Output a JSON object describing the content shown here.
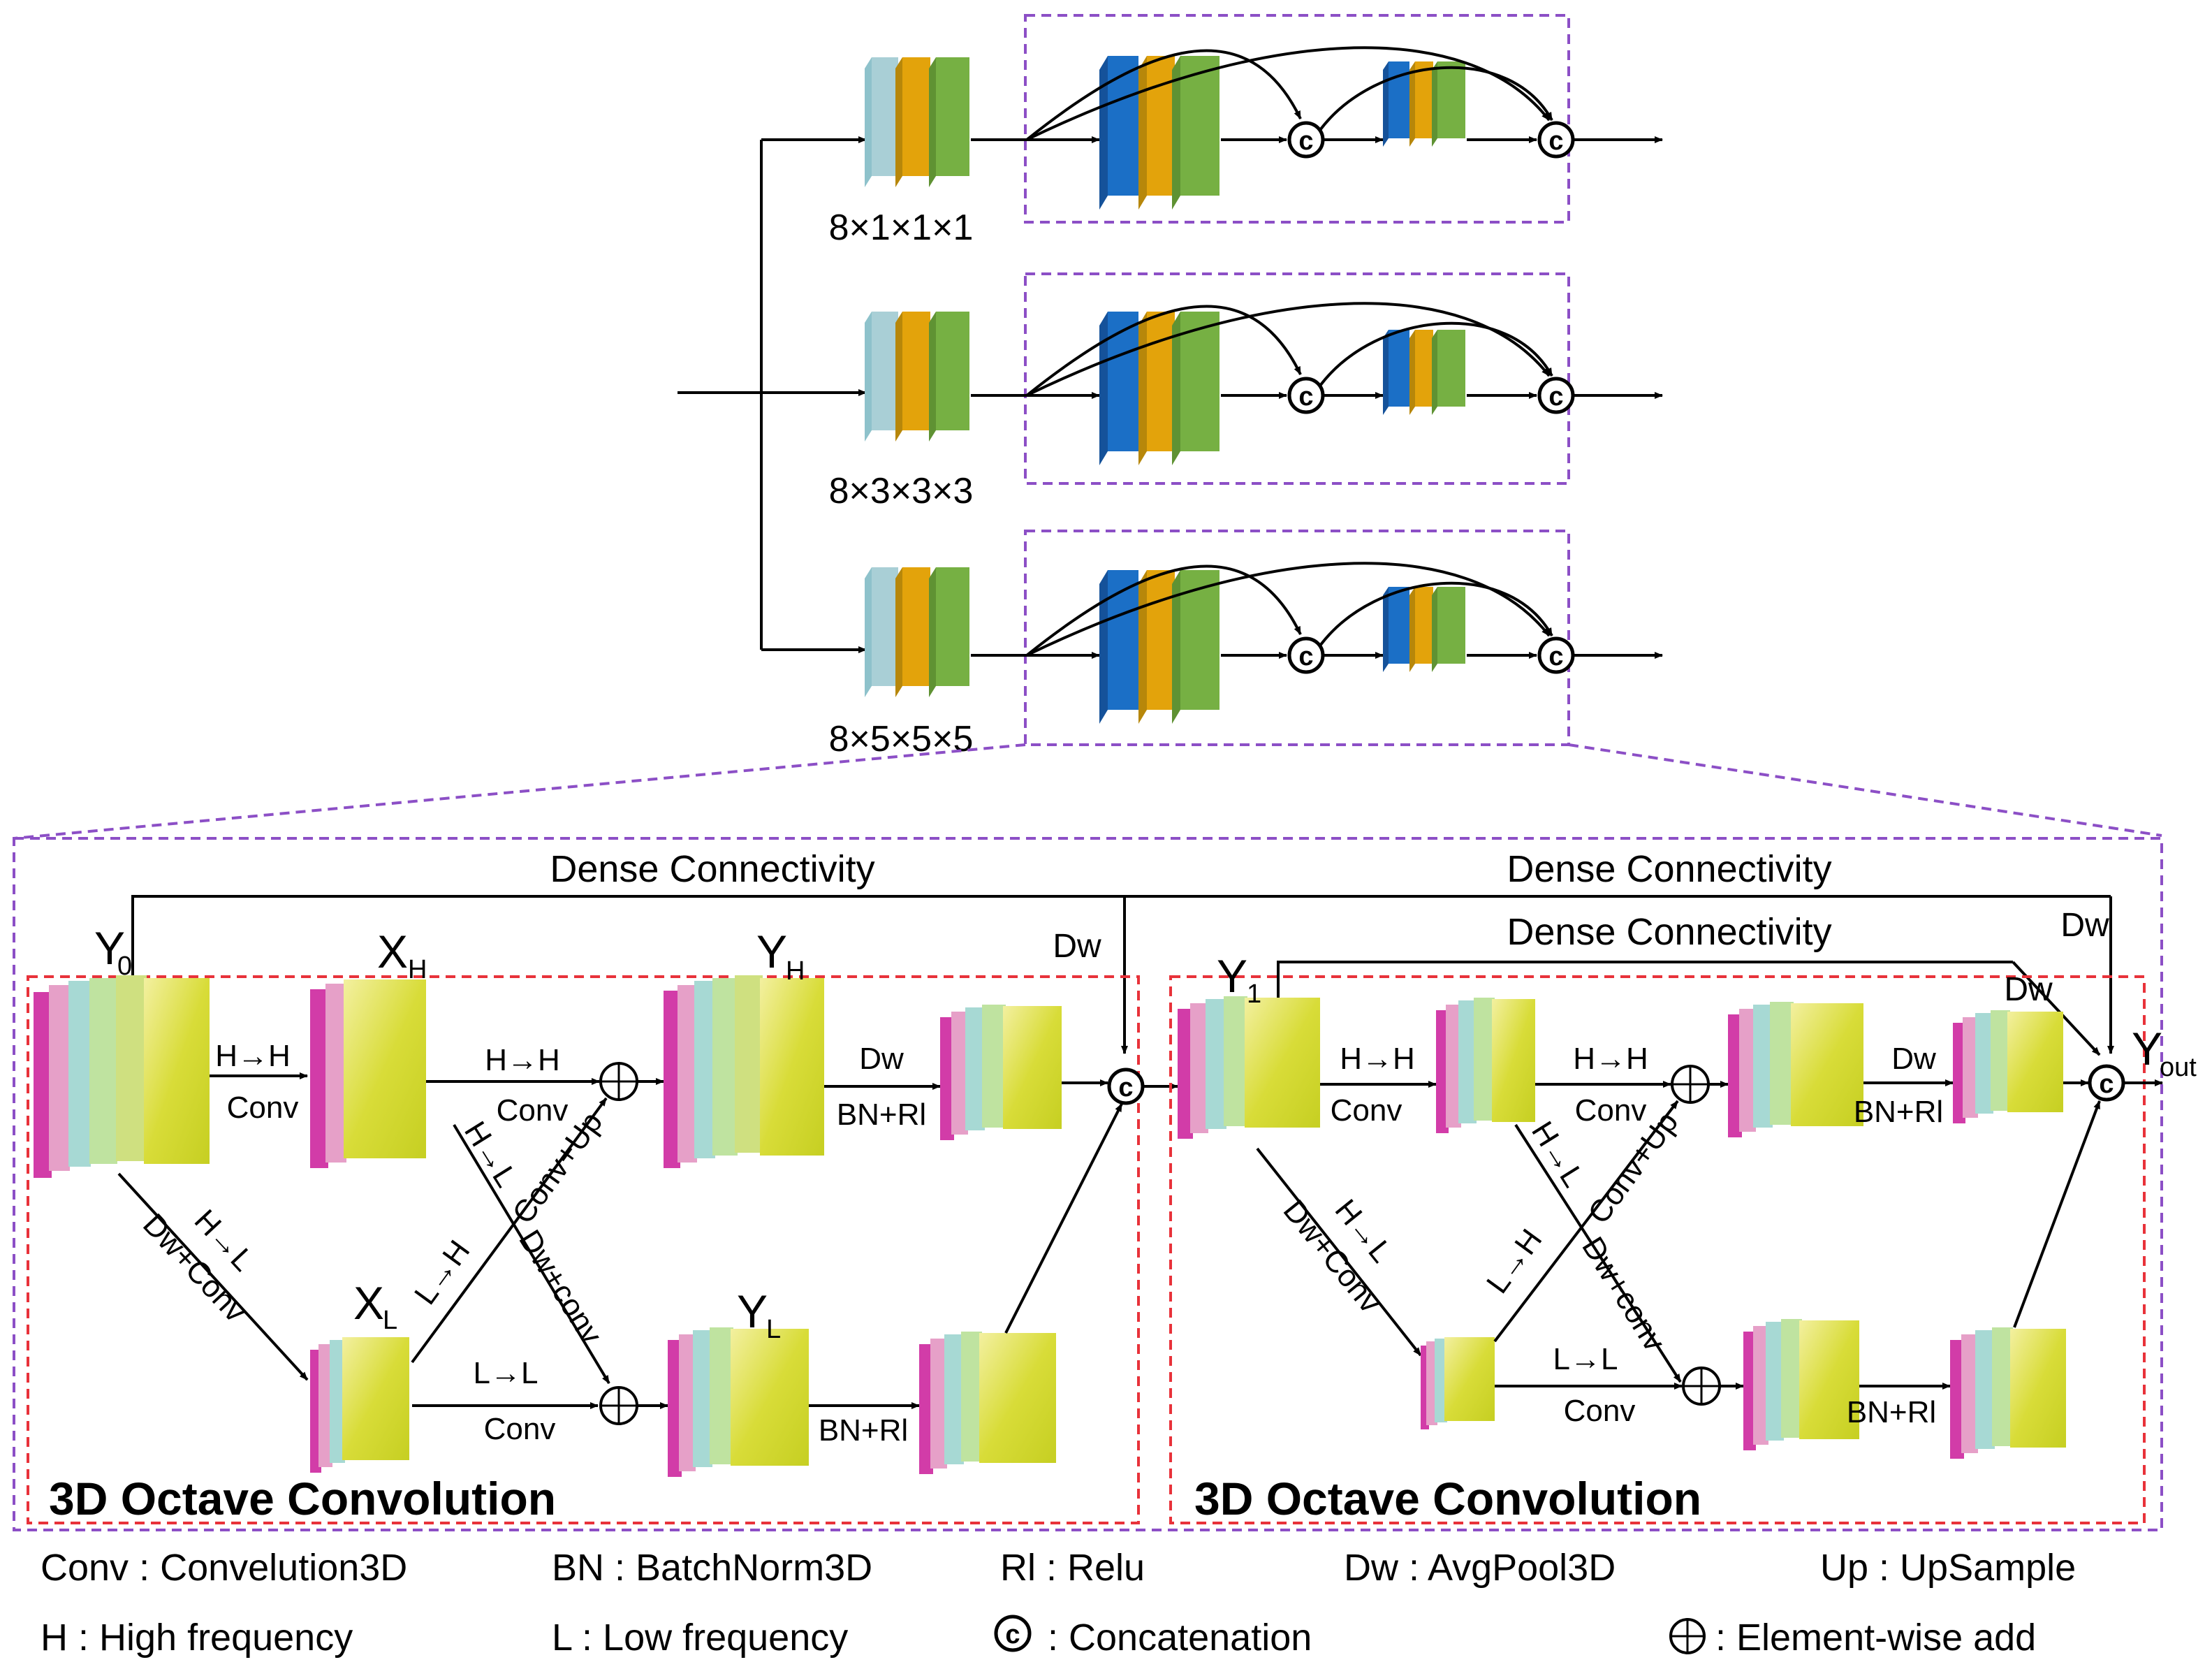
{
  "top": {
    "branches": [
      {
        "kernel_label": "8×1×1×1"
      },
      {
        "kernel_label": "8×3×3×3"
      },
      {
        "kernel_label": "8×5×5×5"
      }
    ]
  },
  "detail": {
    "dense_connectivity_1": "Dense Connectivity",
    "dense_connectivity_2": "Dense Connectivity",
    "dense_connectivity_3": "Dense Connectivity",
    "dw": "Dw",
    "block1": {
      "title": "3D Octave Convolution",
      "y0": "Y",
      "y0_sub": "0",
      "xh": "X",
      "xh_sub": "H",
      "xl": "X",
      "xl_sub": "L",
      "yh": "Y",
      "yh_sub": "H",
      "yl": "Y",
      "yl_sub": "L",
      "hh1_top": "H→H",
      "hh1_bot": "Conv",
      "hh2_top": "H→H",
      "hh2_bot": "Conv",
      "hl_top": "H→L",
      "hl_bot": "Dw+Conv",
      "hl2_top": "H→L",
      "hl2_bot": "Dw+conv",
      "lh_top": "L→H",
      "lh_bot": "Conv+Up",
      "ll_top": "L→L",
      "ll_bot": "Conv",
      "dw_bn_top": "Dw",
      "dw_bn_bot": "BN+Rl",
      "bn_rl": "BN+Rl"
    },
    "block2": {
      "title": "3D Octave Convolution",
      "y1": "Y",
      "y1_sub": "1",
      "yout": "Y",
      "yout_sub": "out",
      "hh1_top": "H→H",
      "hh1_bot": "Conv",
      "hh2_top": "H→H",
      "hh2_bot": "Conv",
      "hl_top": "H→L",
      "hl_bot": "Dw+Conv",
      "hl2_top": "H→L",
      "hl2_bot": "Dw+conv",
      "lh_top": "L→H",
      "lh_bot": "Conv+Up",
      "ll_top": "L→L",
      "ll_bot": "Conv",
      "dw_bn_top": "Dw",
      "dw_bn_bot": "BN+Rl",
      "bn_rl": "BN+Rl"
    }
  },
  "legend": {
    "conv": "Conv : Convelution3D",
    "bn": "BN : BatchNorm3D",
    "rl": "Rl : Relu",
    "dw": "Dw : AvgPool3D",
    "up": "Up : UpSample",
    "h": "H : High frequency",
    "l": "L : Low frequency",
    "concat": ": Concatenation",
    "add": ": Element-wise add"
  },
  "colors": {
    "gray_block": "#a9cfd6",
    "orange_block": "#e3a30b",
    "green_block": "#76b043",
    "blue_block": "#1b6fc6",
    "red_dashed": "#e8323a",
    "purple_dashed": "#8c4fc6"
  }
}
